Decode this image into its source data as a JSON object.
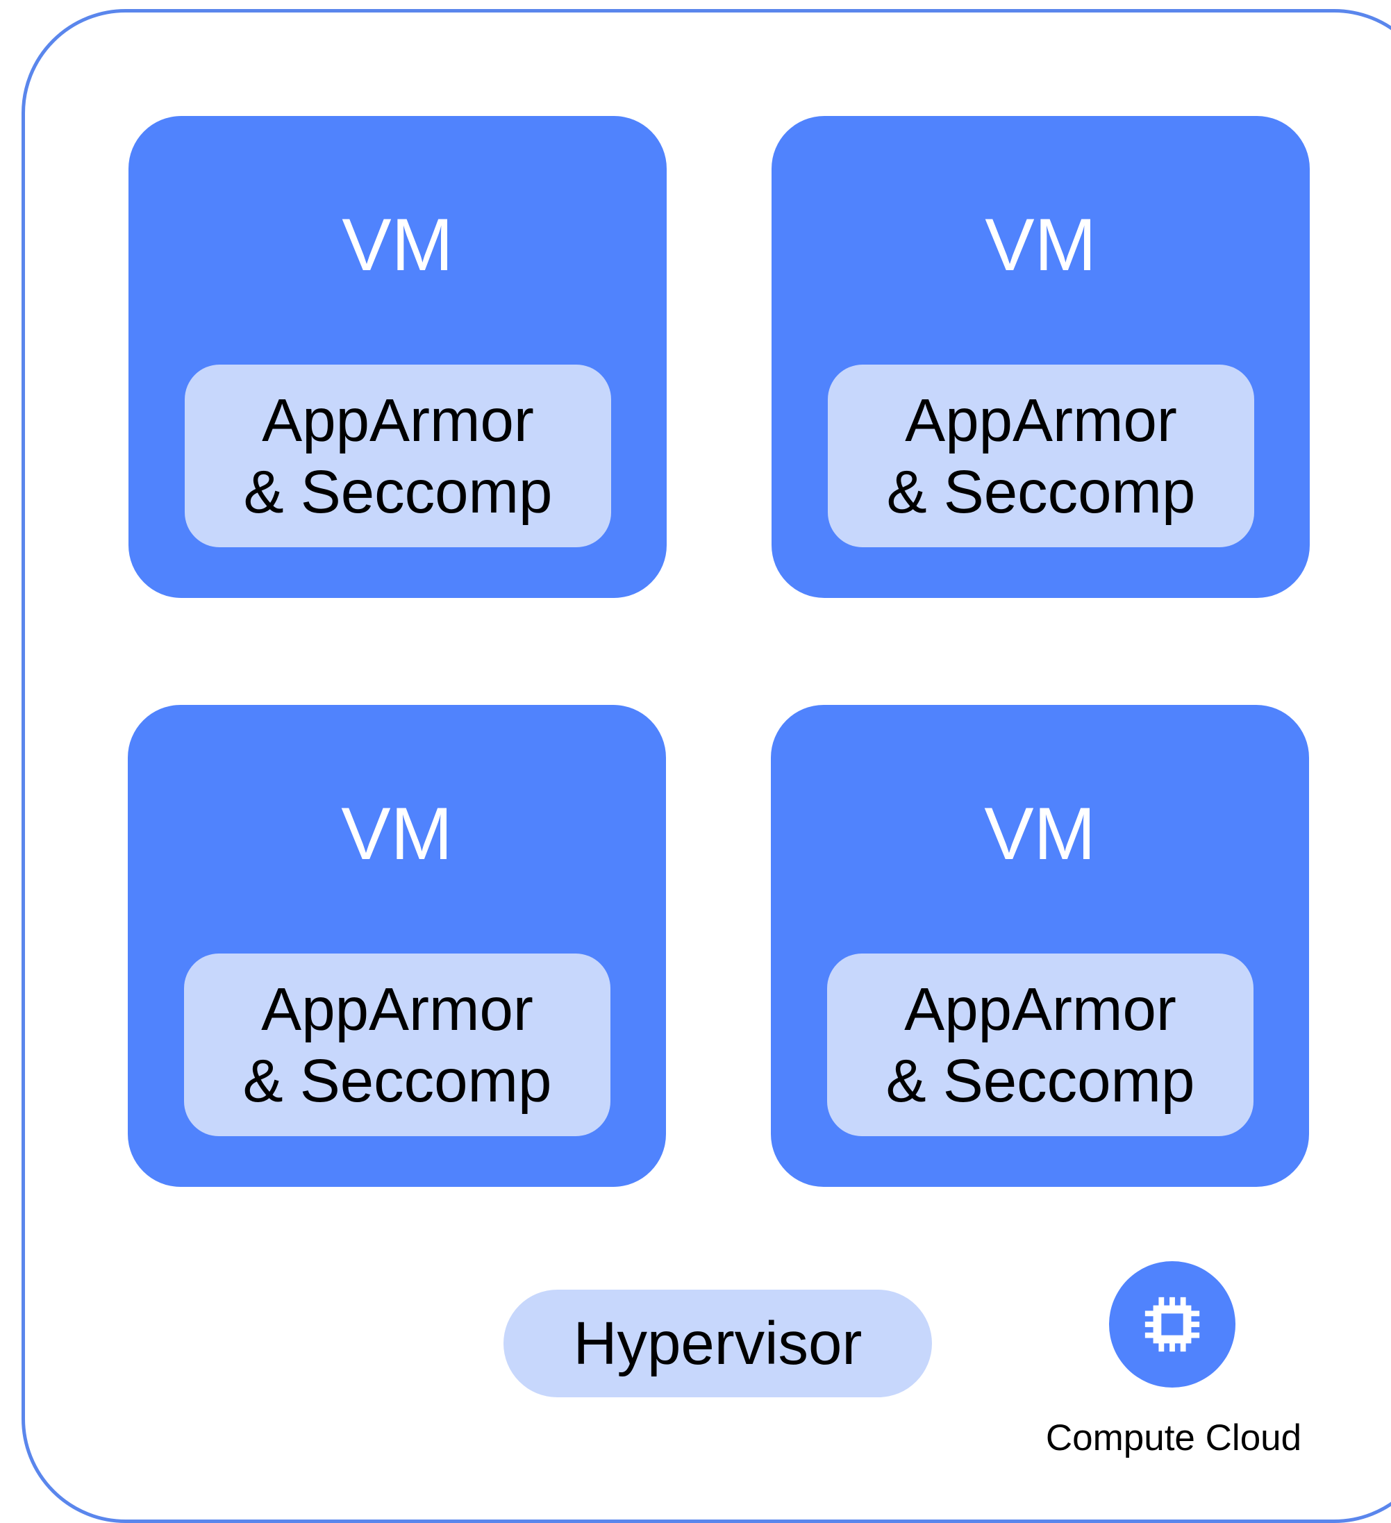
{
  "vms": [
    {
      "title": "VM",
      "security_line1": "AppArmor",
      "security_line2": "& Seccomp"
    },
    {
      "title": "VM",
      "security_line1": "AppArmor",
      "security_line2": "& Seccomp"
    },
    {
      "title": "VM",
      "security_line1": "AppArmor",
      "security_line2": "& Seccomp"
    },
    {
      "title": "VM",
      "security_line1": "AppArmor",
      "security_line2": "& Seccomp"
    }
  ],
  "hypervisor": {
    "label": "Hypervisor"
  },
  "compute_cloud": {
    "label": "Compute Cloud",
    "icon": "chip-icon"
  },
  "colors": {
    "frame_border": "#5a86ec",
    "vm_fill": "#5083fd",
    "security_fill": "#c7d7fc",
    "hypervisor_fill": "#c7d7fc",
    "vm_text": "#ffffff",
    "text": "#000000"
  }
}
